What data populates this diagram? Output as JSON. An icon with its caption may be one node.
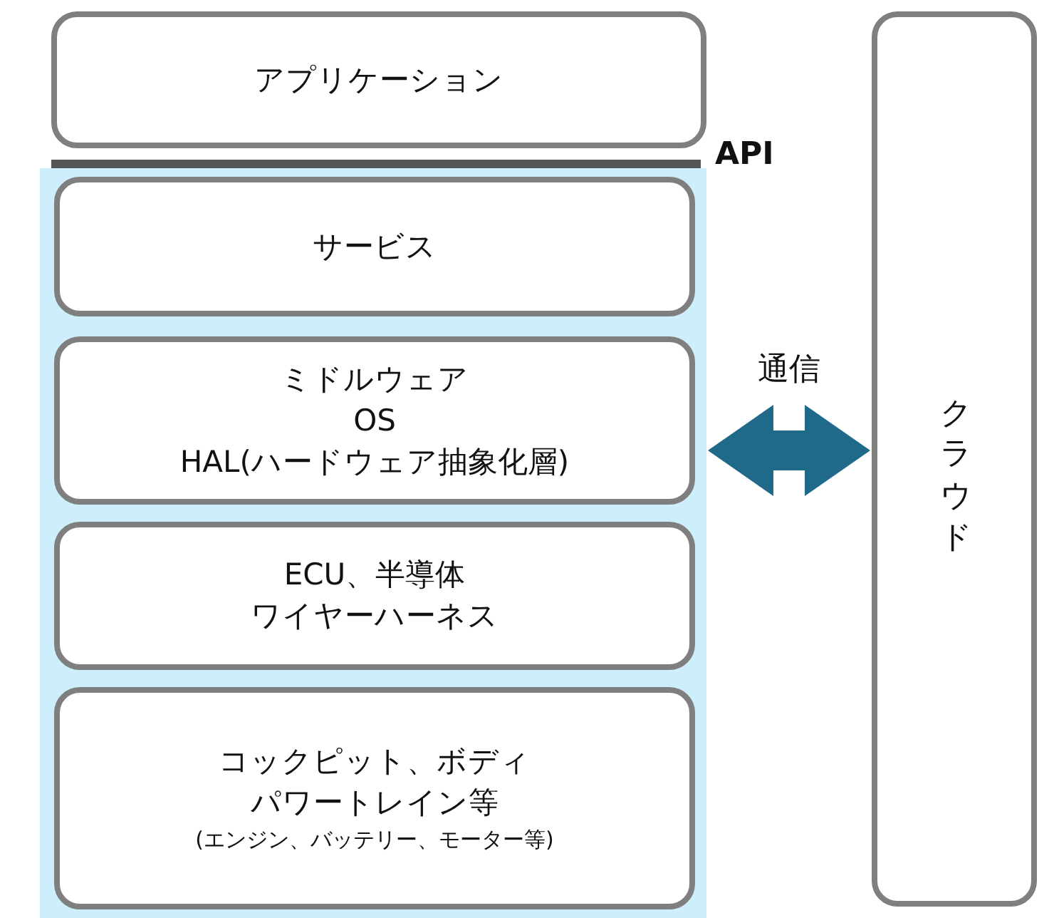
{
  "diagram": {
    "nodes": [
      {
        "text": [
          "アプリケーション"
        ]
      },
      {
        "text": [],
        "shape": "box"
      },
      {
        "text": [
          "サービス"
        ],
        "in": 1
      },
      {
        "text": [
          "ミドルウェア",
          "OS",
          "HAL(ハードウェア抽象化層)"
        ],
        "in": 1
      },
      {
        "text": [
          "ECU、半導体",
          "ワイヤーハーネス"
        ],
        "in": 1
      },
      {
        "text": [
          "コックピット、ボディ",
          "パワートレイン等",
          "(エンジン、バッテリー、モーター等)"
        ],
        "in": 1
      },
      {
        "text": [
          "クラウド"
        ]
      }
    ],
    "edges": [
      {
        "from": 1,
        "to": 6,
        "arrow": "both",
        "label": "通信"
      }
    ],
    "labels": [
      "API"
    ]
  }
}
